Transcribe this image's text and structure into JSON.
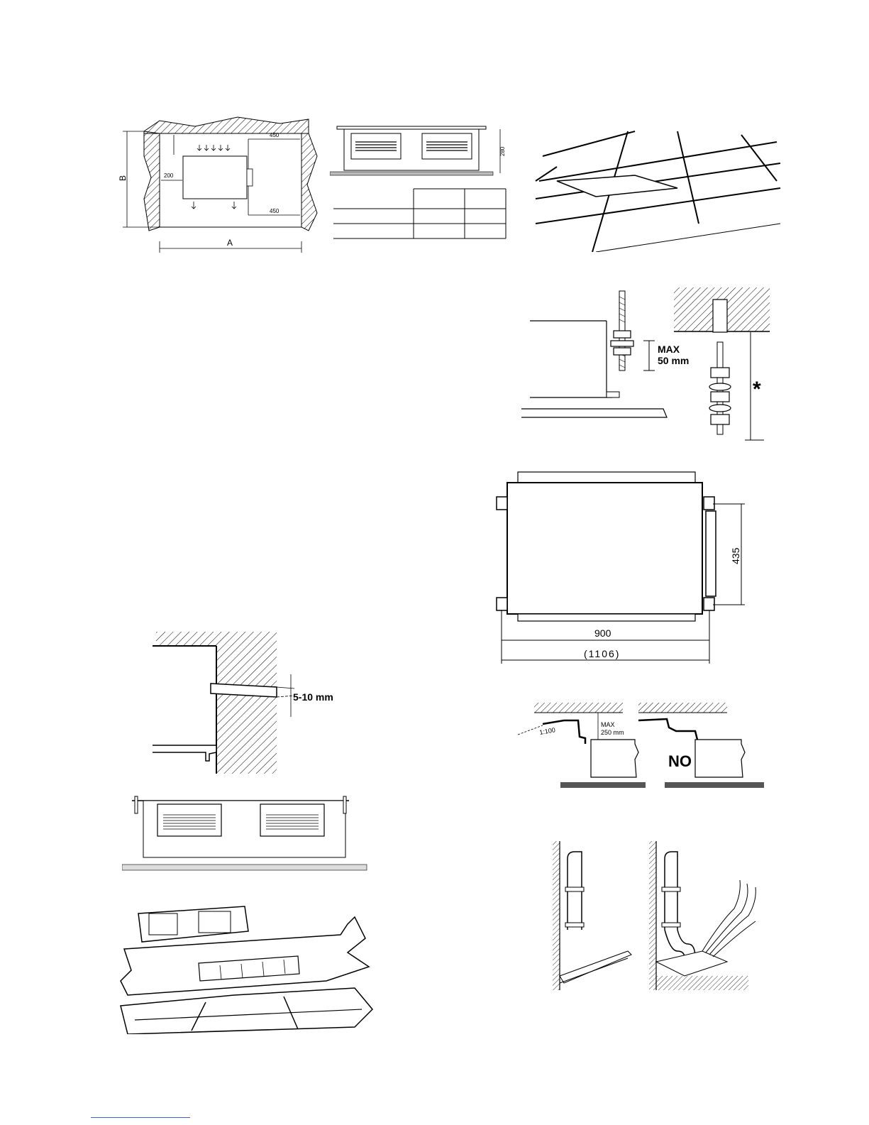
{
  "fig1": {
    "dim_a": "A",
    "dim_b": "B",
    "clear_top_right": "450",
    "clear_bottom_right": "450",
    "clear_left": "200"
  },
  "fig2": {
    "height_dim": "280"
  },
  "fig5": {
    "max_label_1": "MAX",
    "max_label_2": "50 mm",
    "asterisk": "*"
  },
  "fig6": {
    "height_dim": "435",
    "width_dim": "900",
    "width_overall": "(1106)"
  },
  "fig7": {
    "slope_label": "5-10 mm"
  },
  "fig8": {
    "ratio_label": "1:100",
    "max_label_1": "MAX",
    "max_label_2": "250 mm",
    "no_label": "NO"
  }
}
